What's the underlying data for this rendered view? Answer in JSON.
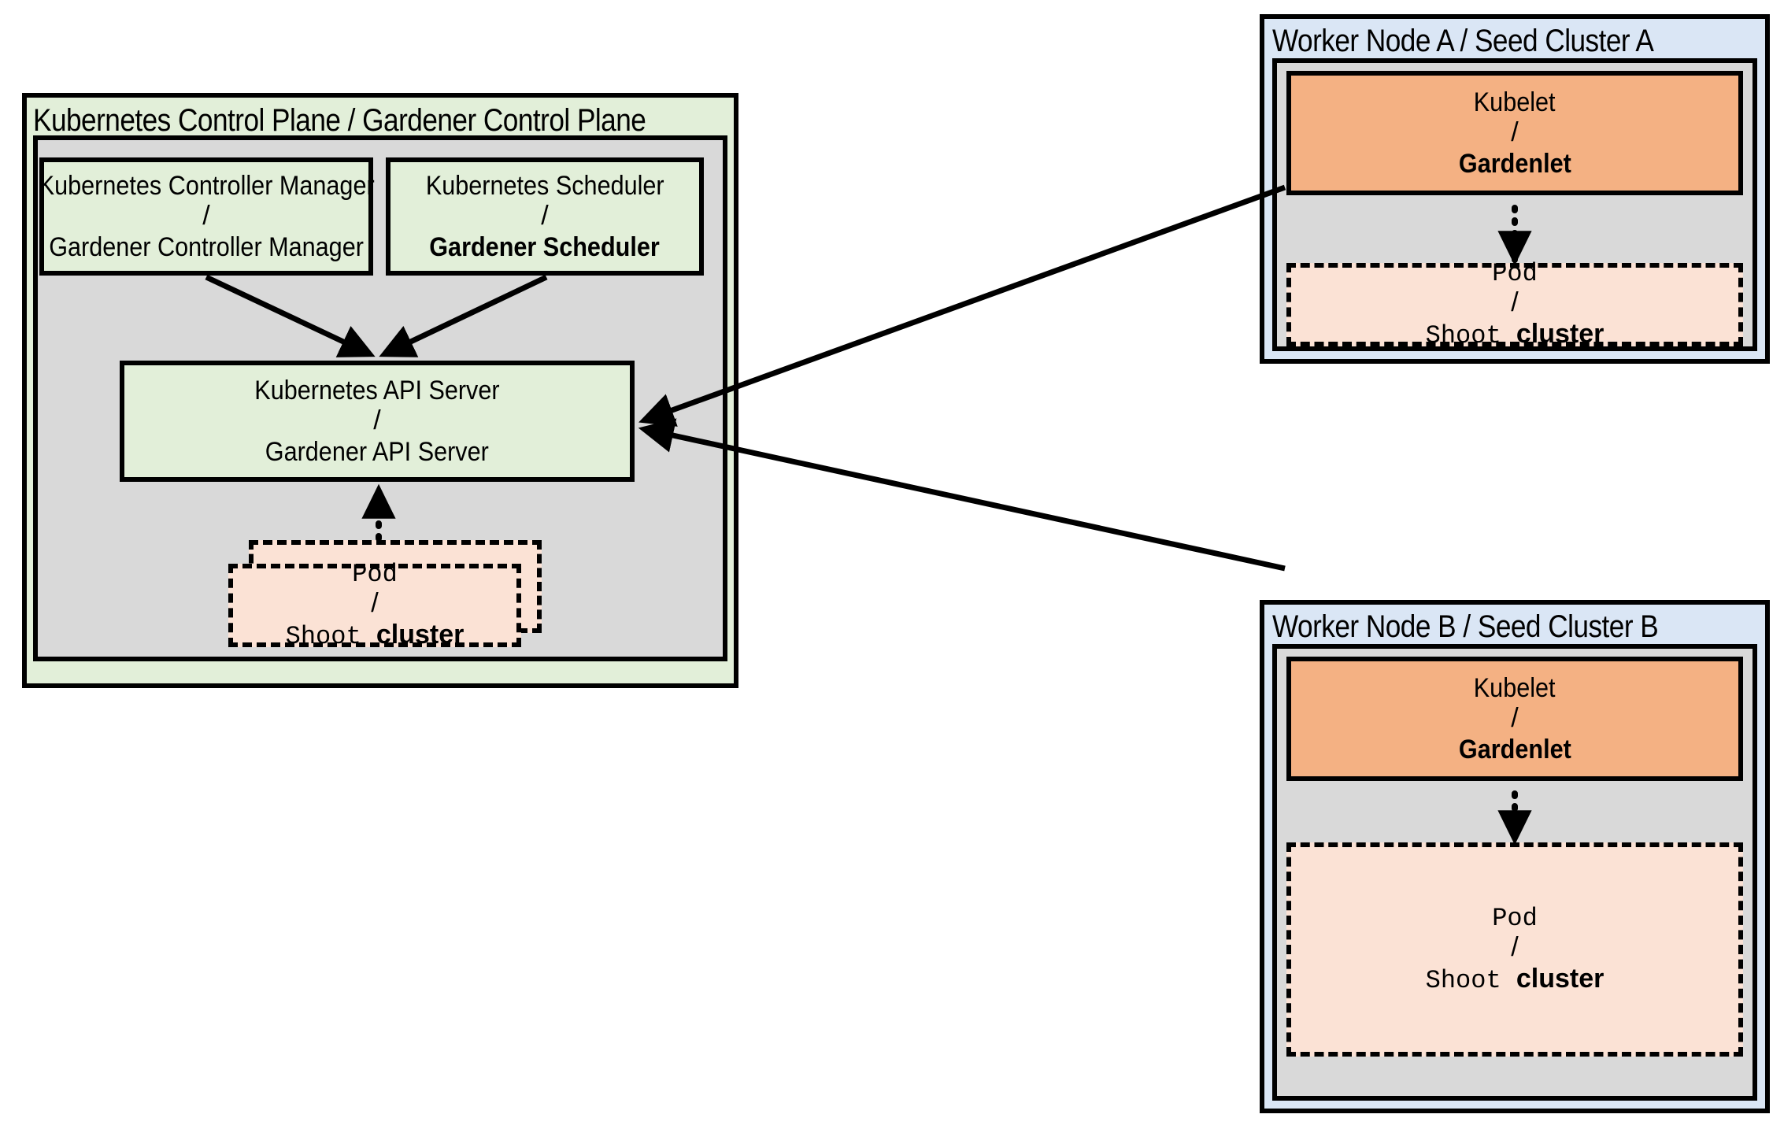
{
  "colors": {
    "green": "#E2EFD9",
    "grey": "#D9D9D9",
    "blue": "#DAE6F5",
    "orange": "#F4B183",
    "peach": "#FBE2D5",
    "stroke": "#000000"
  },
  "control_plane": {
    "title": "Kubernetes Control Plane / Gardener Control Plane",
    "controller_manager": {
      "line1": "Kubernetes Controller Manager",
      "separator": "/",
      "line2": "Gardener Controller Manager"
    },
    "scheduler": {
      "line1": "Kubernetes Scheduler",
      "separator": "/",
      "line2": "Gardener Scheduler"
    },
    "api_server": {
      "line1": "Kubernetes API Server",
      "separator": "/",
      "line2": "Gardener API Server"
    },
    "pod": {
      "line1": "Pod",
      "separator": "/",
      "line2_mono": "Shoot ",
      "line2_bold": "cluster"
    }
  },
  "worker_node_a": {
    "title": "Worker Node A / Seed Cluster A",
    "kubelet": {
      "line1": "Kubelet",
      "separator": "/",
      "line2": "Gardenlet"
    },
    "pod": {
      "line1": "Pod",
      "separator": "/",
      "line2_mono": "Shoot ",
      "line2_bold": "cluster"
    }
  },
  "worker_node_b": {
    "title": "Worker Node B / Seed Cluster B",
    "kubelet": {
      "line1": "Kubelet",
      "separator": "/",
      "line2": "Gardenlet"
    },
    "pod": {
      "line1": "Pod",
      "separator": "/",
      "line2_mono": "Shoot ",
      "line2_bold": "cluster"
    }
  },
  "connections": [
    {
      "name": "controller-manager-to-api-server",
      "style": "solid"
    },
    {
      "name": "scheduler-to-api-server",
      "style": "solid"
    },
    {
      "name": "control-plane-pod-to-api-server",
      "style": "dotted"
    },
    {
      "name": "gardenlet-a-to-api-server",
      "style": "solid"
    },
    {
      "name": "gardenlet-b-to-api-server",
      "style": "solid"
    },
    {
      "name": "gardenlet-a-to-pod-a",
      "style": "dotted"
    },
    {
      "name": "gardenlet-b-to-pod-b",
      "style": "dotted"
    }
  ]
}
